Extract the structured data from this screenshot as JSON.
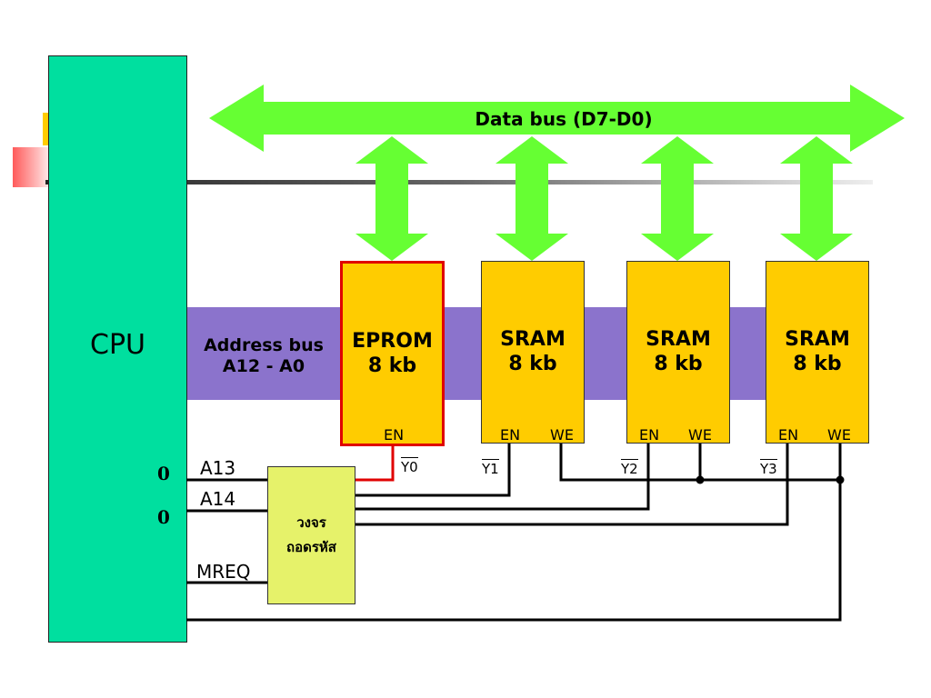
{
  "cpu": {
    "label": "CPU"
  },
  "data_bus": {
    "label": "Data bus (D7-D0)",
    "color": "#66ff33"
  },
  "address_bus": {
    "line1": "Address bus",
    "line2": "A12 - A0",
    "color": "#8b73cc"
  },
  "chips": [
    {
      "name": "EPROM",
      "size": "8 kb",
      "pins": [
        "EN"
      ],
      "select": "Y0",
      "highlighted": true
    },
    {
      "name": "SRAM",
      "size": "8 kb",
      "pins": [
        "EN",
        "WE"
      ],
      "select": "Y1",
      "highlighted": false
    },
    {
      "name": "SRAM",
      "size": "8 kb",
      "pins": [
        "EN",
        "WE"
      ],
      "select": "Y2",
      "highlighted": false
    },
    {
      "name": "SRAM",
      "size": "8 kb",
      "pins": [
        "EN",
        "WE"
      ],
      "select": "Y3",
      "highlighted": false
    }
  ],
  "cpu_lines": {
    "a13": "A13",
    "a14": "A14",
    "mreq": "MREQ",
    "a13_value": "0",
    "a14_value": "0"
  },
  "decoder": {
    "line1": "วงจร",
    "line2": "ถอดรหัส"
  },
  "colors": {
    "cpu": "#00df9f",
    "chip": "#ffcc00",
    "decoder": "#e6f26a",
    "highlight": "#e00000",
    "red_wire": "#e00000"
  }
}
